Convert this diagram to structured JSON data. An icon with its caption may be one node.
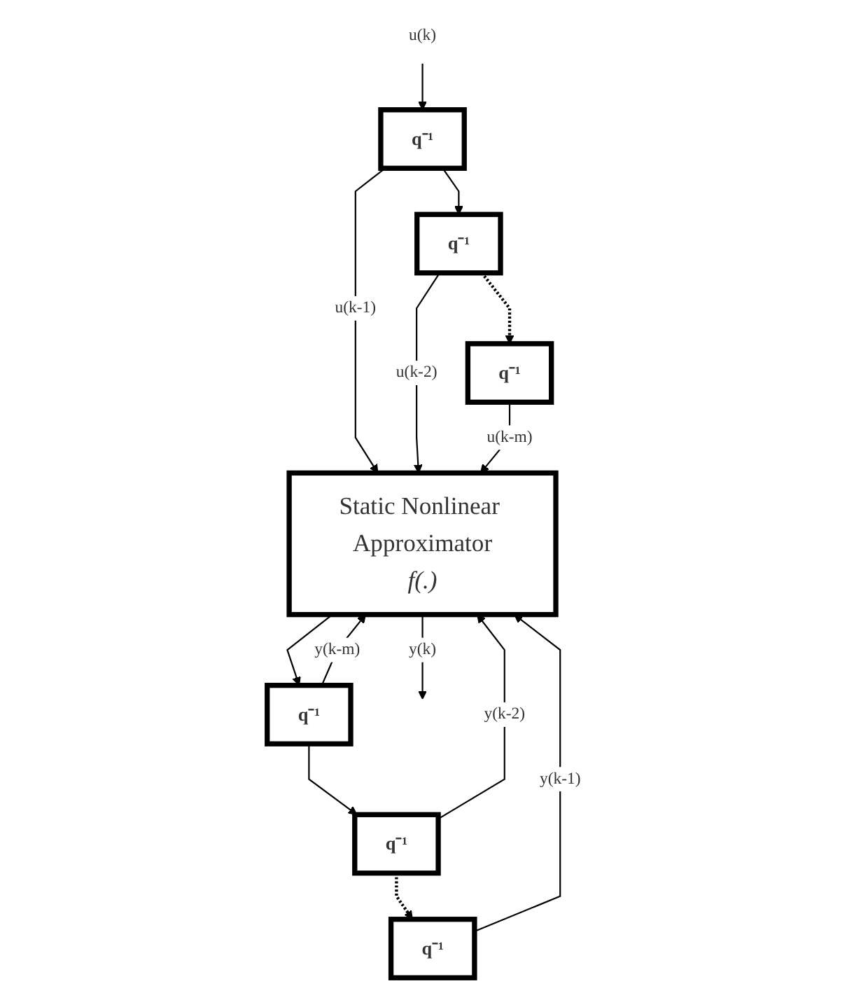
{
  "diagram": {
    "nodes": [
      {
        "text": [
          "u(k)"
        ]
      },
      {
        "text": [
          "q⁻¹"
        ]
      },
      {
        "text": [
          "q⁻¹"
        ]
      },
      {
        "text": [
          "q⁻¹"
        ]
      },
      {
        "text": [
          "q⁻¹"
        ]
      },
      {
        "text": [
          "q⁻¹"
        ]
      },
      {
        "text": [
          "q⁻¹"
        ]
      },
      {
        "text": [
          "Static Nonlinear Approximator",
          "f(.)"
        ]
      }
    ],
    "edges": [
      {
        "from": 0,
        "to": 1,
        "arrow": "to"
      },
      {
        "from": 1,
        "to": 7,
        "arrow": "to",
        "label": "u(k-1)"
      },
      {
        "from": 1,
        "to": 2,
        "arrow": "to"
      },
      {
        "from": 2,
        "to": 7,
        "arrow": "to",
        "label": "u(k-2)"
      },
      {
        "from": 2,
        "to": 3,
        "arrow": "to",
        "style": "dashed"
      },
      {
        "from": 3,
        "to": 7,
        "arrow": "to",
        "label": "u(k-m)"
      },
      {
        "from": 4,
        "to": 7,
        "arrow": "to",
        "label": "y(k-1)"
      },
      {
        "from": 5,
        "to": 4,
        "arrow": "to",
        "style": "dashed"
      },
      {
        "from": 5,
        "to": 7,
        "arrow": "to",
        "label": "y(k-2)"
      },
      {
        "from": 6,
        "to": 5,
        "arrow": "to"
      },
      {
        "from": 6,
        "to": 7,
        "arrow": "to",
        "label": "y(k-m)"
      },
      {
        "from": 7,
        "to": null,
        "arrow": "to",
        "label": "y(k)"
      },
      {
        "from": 7,
        "to": 6,
        "arrow": "to"
      }
    ]
  }
}
